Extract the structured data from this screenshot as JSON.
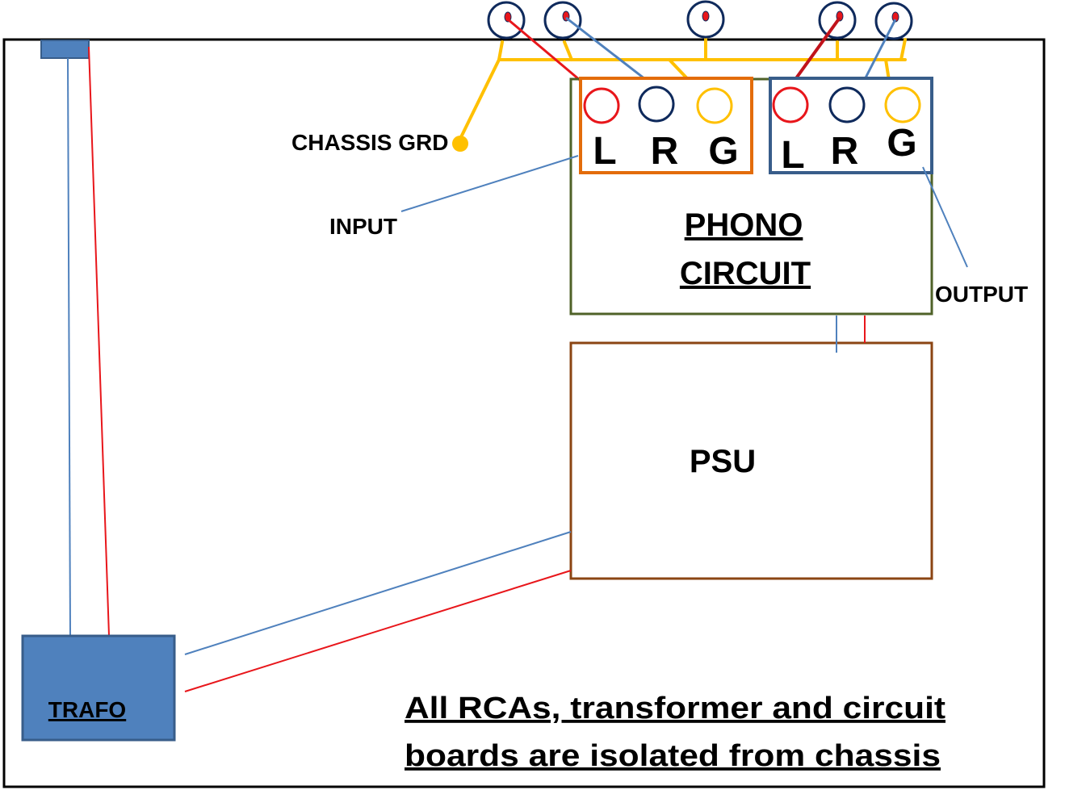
{
  "labels": {
    "chassis_grd": "CHASSIS GRD",
    "input": "INPUT",
    "output": "OUTPUT",
    "phono_line1": "PHONO",
    "phono_line2": "CIRCUIT",
    "psu": "PSU",
    "trafo": "TRAFO",
    "note_line1": "All RCAs, transformer and circuit",
    "note_line2": "boards are isolated from chassis"
  },
  "input_block": {
    "left": "L",
    "right": "R",
    "ground": "G"
  },
  "output_block": {
    "left": "L",
    "right": "R",
    "ground": "G"
  },
  "colors": {
    "chassis": "#000000",
    "left_channel_wire": "#e8161b",
    "right_channel_wire": "#4f81bd",
    "ground_wire": "#ffc000",
    "jack_ring": "#0f2a5c",
    "input_box": "#e36c0a",
    "output_box": "#385d8a",
    "phono_box": "#4f6228",
    "psu_box": "#8b4513",
    "trafo_fill": "#4f81bd",
    "trafo_border": "#385d8a"
  }
}
